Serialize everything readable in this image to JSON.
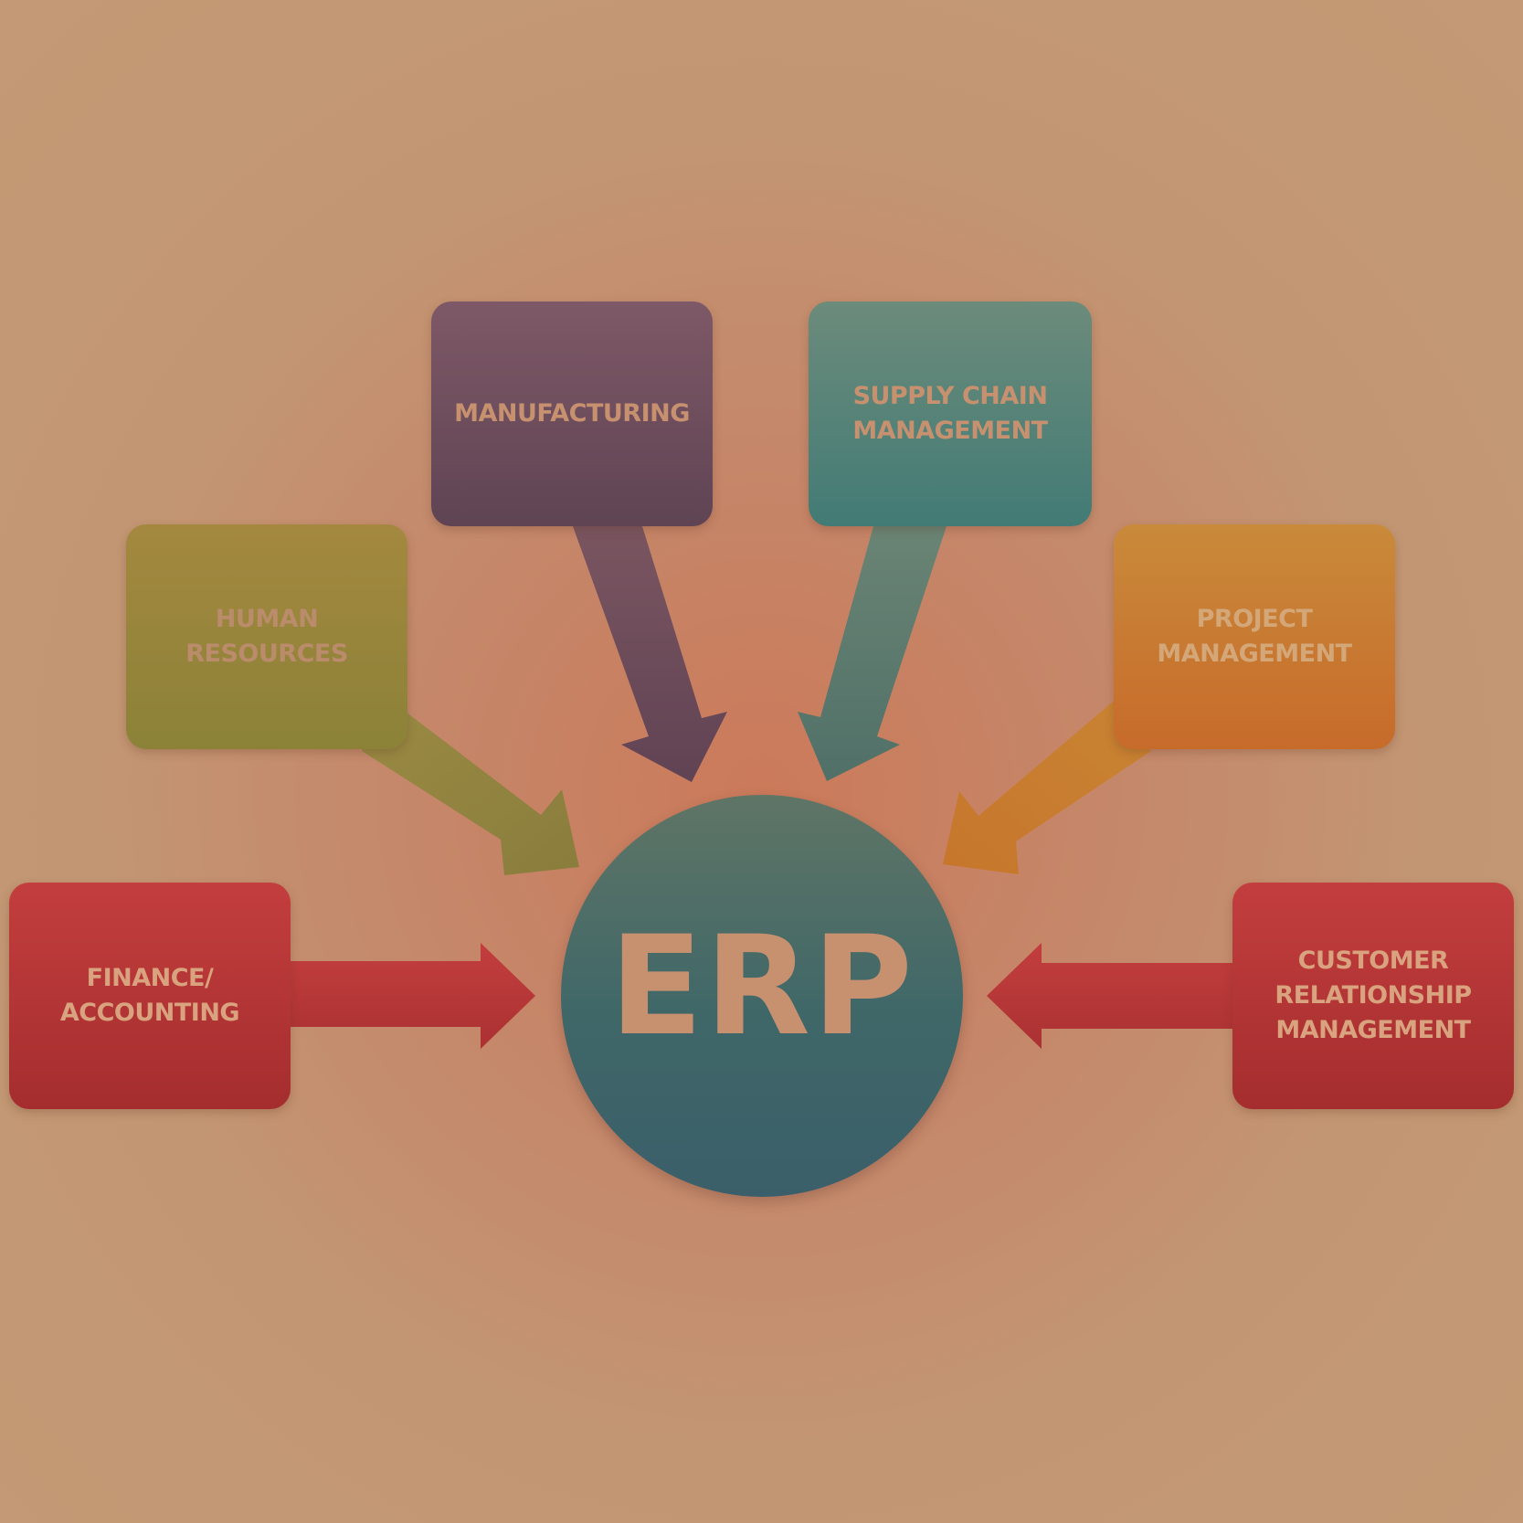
{
  "center": {
    "label": "ERP",
    "color": "#c79170"
  },
  "modules": [
    {
      "id": "finance",
      "label": "FINANCE/\nACCOUNTING",
      "color": "#b93536",
      "text_color": "#d9a37f"
    },
    {
      "id": "hr",
      "label": "HUMAN\nRESOURCES",
      "color": "#9a853c",
      "text_color": "#ba8c6c"
    },
    {
      "id": "manufacturing",
      "label": "MANUFACTURING",
      "color": "#6f4e5d",
      "text_color": "#c79170"
    },
    {
      "id": "scm",
      "label": "SUPPLY CHAIN\nMANAGEMENT",
      "color": "#578378",
      "text_color": "#c79170"
    },
    {
      "id": "pm",
      "label": "PROJECT\nMANAGEMENT",
      "color": "#c87a33",
      "text_color": "#d4a779"
    },
    {
      "id": "crm",
      "label": "CUSTOMER\nRELATIONSHIP\nMANAGEMENT",
      "color": "#b93536",
      "text_color": "#d9a37f"
    }
  ]
}
